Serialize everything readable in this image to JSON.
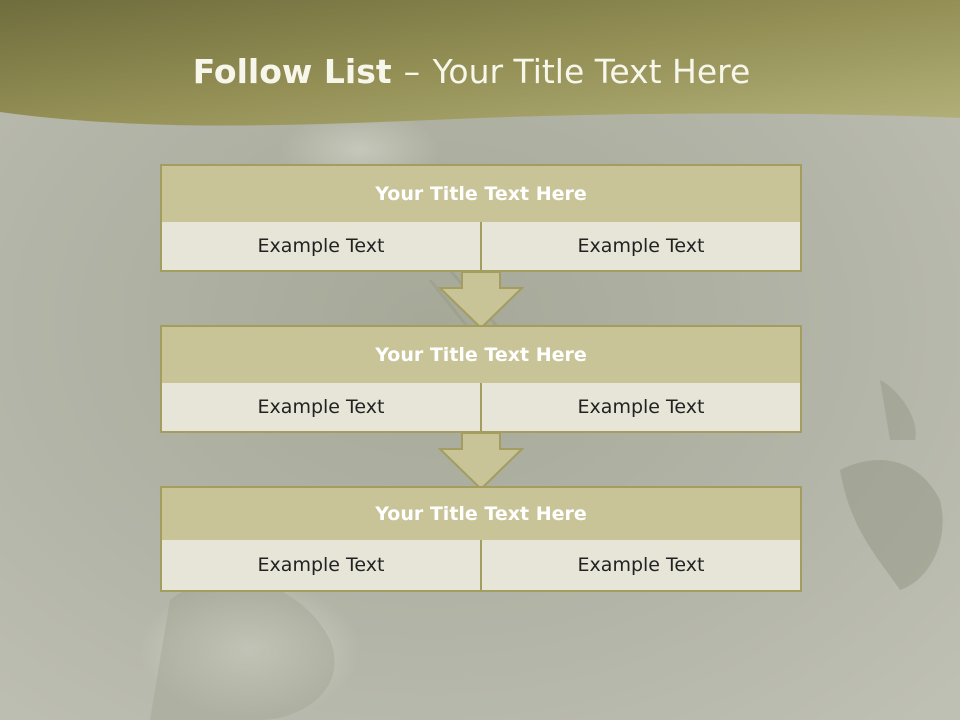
{
  "title": {
    "bold": "Follow List",
    "separator": "–",
    "rest": "Your Title Text Here"
  },
  "steps": [
    {
      "title": "Your Title Text Here",
      "cells": [
        "Example Text",
        "Example Text"
      ]
    },
    {
      "title": "Your Title Text Here",
      "cells": [
        "Example Text",
        "Example Text"
      ]
    },
    {
      "title": "Your Title Text Here",
      "cells": [
        "Example Text",
        "Example Text"
      ]
    }
  ],
  "colors": {
    "header_dark": "#7c7a45",
    "header_light": "#b0ad73",
    "box_title_fill": "#c8c497",
    "box_cell_fill": "#e6e5d8",
    "box_border": "#a39d60"
  }
}
